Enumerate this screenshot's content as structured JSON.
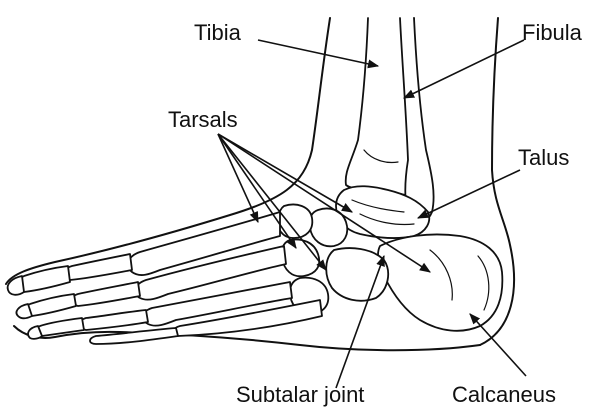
{
  "labels": {
    "tibia": "Tibia",
    "fibula": "Fibula",
    "tarsals": "Tarsals",
    "talus": "Talus",
    "subtalar_joint": "Subtalar joint",
    "calcaneus": "Calcaneus"
  },
  "colors": {
    "ink": "#111111",
    "background": "#ffffff"
  }
}
